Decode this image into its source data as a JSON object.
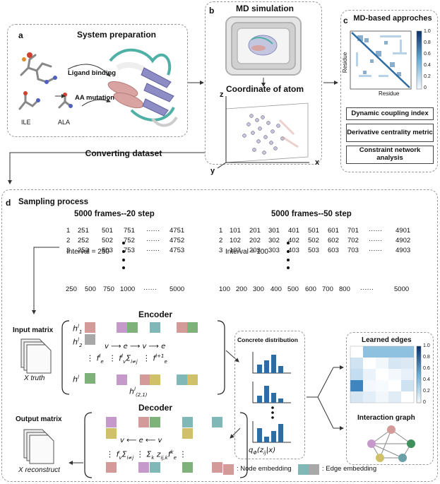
{
  "panel_a": {
    "letter": "a",
    "title": "System preparation",
    "ligand_binding": "Ligand binding",
    "aa_mutation": "AA mutation",
    "ile": "ILE",
    "ala": "ALA"
  },
  "panel_b": {
    "letter": "b",
    "title": "MD simulation",
    "coord_title": "Coordinate of atom",
    "axis_x": "x",
    "axis_y": "y",
    "axis_z": "z"
  },
  "panel_c": {
    "letter": "c",
    "title": "MD-based approches",
    "ylabel": "Residue",
    "xlabel": "Residue",
    "colorbar_ticks": [
      "1.0",
      "0.8",
      "0.6",
      "0.4",
      "0.2",
      "0"
    ],
    "boxes": [
      "Dynamic coupling index",
      "Derivative centrality metric",
      "Constraint network analysis"
    ]
  },
  "converting": "Converting dataset",
  "panel_d": {
    "letter": "d",
    "title": "Sampling process",
    "left": {
      "heading": "5000 frames--20 step",
      "rows": [
        [
          "1",
          "251",
          "501",
          "751",
          "······",
          "4751"
        ],
        [
          "2",
          "252",
          "502",
          "752",
          "······",
          "4752"
        ],
        [
          "3",
          "253",
          "503",
          "753",
          "······",
          "4753"
        ]
      ],
      "interval": "Interval = 250",
      "bottom": [
        "250",
        "500",
        "750",
        "1000",
        "······",
        "5000"
      ]
    },
    "right": {
      "heading": "5000 frames--50 step",
      "rows": [
        [
          "1",
          "101",
          "201",
          "301",
          "401",
          "501",
          "601",
          "701",
          "······",
          "4901"
        ],
        [
          "2",
          "102",
          "202",
          "302",
          "402",
          "502",
          "602",
          "702",
          "······",
          "4902"
        ],
        [
          "3",
          "103",
          "203",
          "303",
          "403",
          "503",
          "603",
          "703",
          "······",
          "4903"
        ]
      ],
      "interval": "Interval = 100",
      "bottom": [
        "100",
        "200",
        "300",
        "400",
        "500",
        "600",
        "700",
        "800",
        "······",
        "5000"
      ]
    },
    "input_matrix": "Input matrix",
    "x_truth": "X truth",
    "encoder": "Encoder",
    "decoder": "Decoder",
    "output_matrix": "Output matrix",
    "x_reconstruct": "X reconstruct",
    "concrete": "Concrete distribution",
    "q_label": "qΦ(zij|x)",
    "learned_edges": "Learned edges",
    "interaction_graph": "Interaction graph",
    "learned_ticks": [
      "1.0",
      "0.8",
      "0.6",
      "0.4",
      "0.2",
      "0"
    ],
    "node_embedding": ": Node embedding",
    "edge_embedding": ": Edge embedding",
    "enc": {
      "v": "v",
      "e": "e",
      "f1": "f",
      "f2": "f",
      "f3": "f",
      "sum": "Σ",
      "h21": "h"
    },
    "colors": {
      "pink": "#d49a99",
      "purple": "#c59acb",
      "green": "#7fb27b",
      "teal": "#7fb8b7",
      "gray": "#a8a8a8",
      "olive": "#d0c06a",
      "blue": "#2e6da4"
    }
  }
}
